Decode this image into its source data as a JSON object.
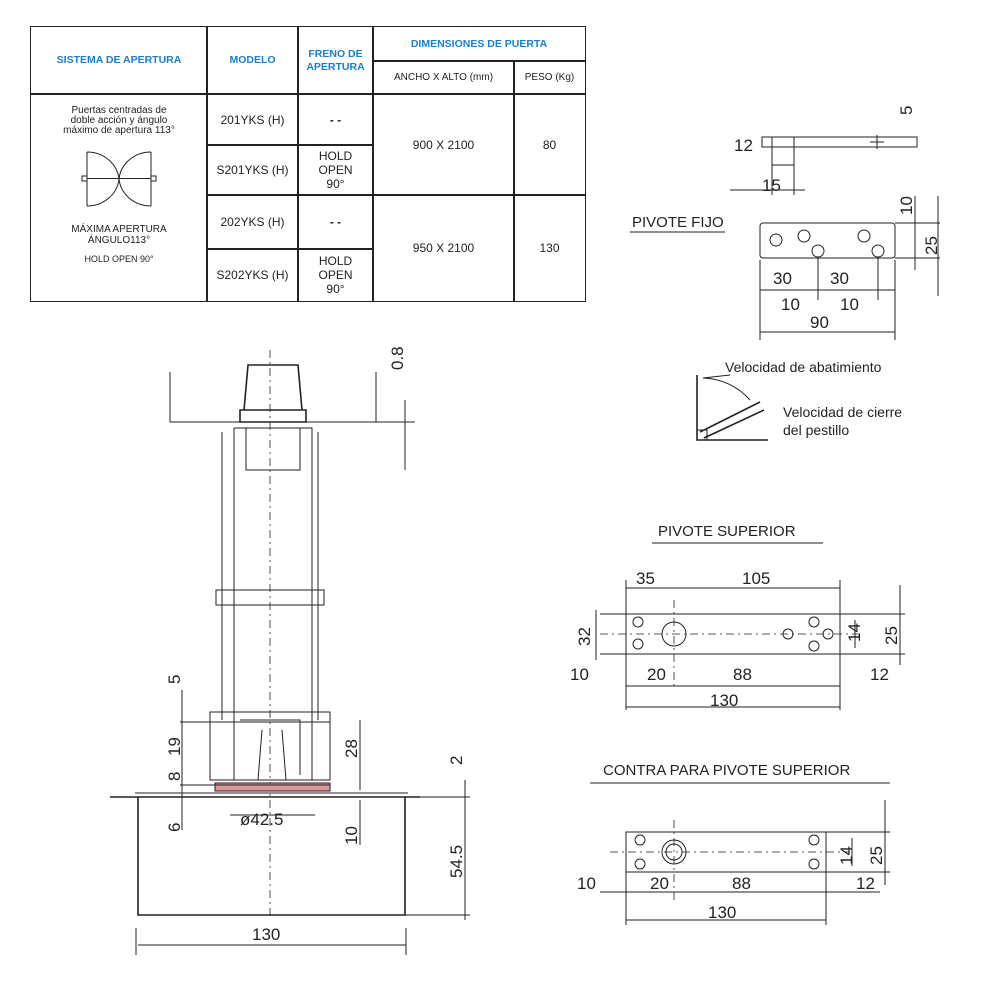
{
  "table": {
    "headers": {
      "sistema": "SISTEMA DE APERTURA",
      "modelo": "MODELO",
      "freno": "FRENO DE APERTURA",
      "dimensiones": "DIMENSIONES DE PUERTA",
      "ancho_alto": "ANCHO X ALTO (mm)",
      "peso": "PESO (Kg)"
    },
    "sistema_desc": "Puertas centradas de doble acción y ángulo máximo de apertura 113°",
    "maxima": "MÁXIMA APERTURA",
    "angulo": "ÁNGULO113°",
    "hold": "HOLD OPEN 90°",
    "rows": [
      {
        "modelo": "201YKS (H)",
        "freno": "- -"
      },
      {
        "modelo": "S201YKS (H)",
        "freno": "HOLD OPEN 90°"
      },
      {
        "modelo": "202YKS (H)",
        "freno": "- -"
      },
      {
        "modelo": "S202YKS (H)",
        "freno": "HOLD OPEN 90°"
      }
    ],
    "groups": [
      {
        "dim": "900 X 2100",
        "peso": "80"
      },
      {
        "dim": "950 X 2100",
        "peso": "130"
      }
    ]
  },
  "pivote_fijo": {
    "title": "PIVOTE FIJO",
    "dims": [
      "5",
      "12",
      "15",
      "10",
      "25",
      "30",
      "30",
      "10",
      "10",
      "90"
    ]
  },
  "velocidad": {
    "abatimiento": "Velocidad de abatimiento",
    "cierre1": "Velocidad de cierre",
    "cierre2": "del pestillo"
  },
  "pivote_superior": {
    "title": "PIVOTE SUPERIOR",
    "dims": [
      "35",
      "105",
      "32",
      "14",
      "25",
      "10",
      "20",
      "88",
      "12",
      "130"
    ]
  },
  "contra": {
    "title": "CONTRA PARA PIVOTE SUPERIOR",
    "dims": [
      "25",
      "14",
      "10",
      "20",
      "88",
      "12",
      "130"
    ]
  },
  "main": {
    "dims": [
      "0.8",
      "5",
      "19",
      "28",
      "8",
      "2",
      "6",
      "ø42.5",
      "10",
      "54.5",
      "130"
    ]
  }
}
